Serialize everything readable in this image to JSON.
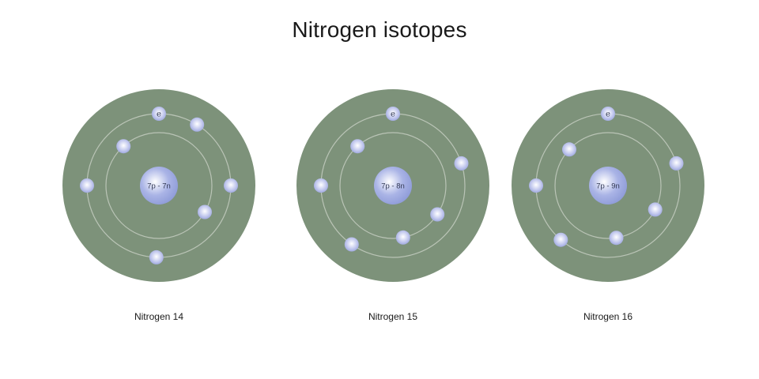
{
  "title": "Nitrogen isotopes",
  "colors": {
    "atom_background": "#7d927a",
    "orbit": "#c9d1c6",
    "nucleus": "#aab4e6",
    "electron": "#c3c9ee"
  },
  "electron_symbol": "e",
  "isotopes": [
    {
      "name": "Nitrogen 14",
      "nucleus_label": "7p - 7n",
      "protons": 7,
      "neutrons": 7,
      "electrons": 7
    },
    {
      "name": "Nitrogen 15",
      "nucleus_label": "7p - 8n",
      "protons": 7,
      "neutrons": 8,
      "electrons": 7
    },
    {
      "name": "Nitrogen 16",
      "nucleus_label": "7p - 9n",
      "protons": 7,
      "neutrons": 9,
      "electrons": 7
    }
  ]
}
